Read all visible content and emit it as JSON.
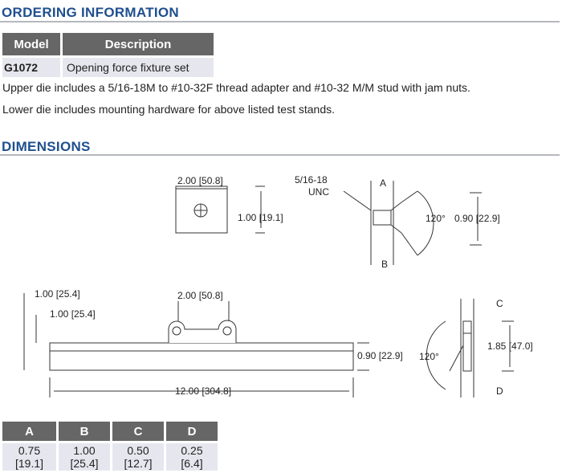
{
  "ordering": {
    "title": "ORDERING INFORMATION",
    "headers": [
      "Model",
      "Description"
    ],
    "row": {
      "model": "G1072",
      "description": "Opening force fixture set"
    },
    "notes": [
      "Upper die includes a 5/16-18M to #10-32F thread adapter and #10-32 M/M stud with jam nuts.",
      "Lower die includes mounting hardware for above listed test stands."
    ]
  },
  "dimensions": {
    "title": "DIMENSIONS",
    "labels": {
      "top_width": "2.00 [50.8]",
      "top_height": "1.00 [19.1]",
      "thread": "5/16-18",
      "thread2": "UNC",
      "a": "A",
      "b": "B",
      "angle1": "120°",
      "side_h": "0.90 [22.9]",
      "left1": "1.00 [25.4]",
      "left2": "1.00 [25.4]",
      "mid_width": "2.00 [50.8]",
      "bar_h": "0.90 [22.9]",
      "length": "12.00 [304.8]",
      "angle2": "120°",
      "c": "C",
      "d": "D",
      "end_h": "1.85 [47.0]"
    },
    "table": {
      "headers": [
        "A",
        "B",
        "C",
        "D"
      ],
      "values": [
        [
          "0.75",
          "[19.1]"
        ],
        [
          "1.00",
          "[25.4]"
        ],
        [
          "0.50",
          "[12.7]"
        ],
        [
          "0.25",
          "[6.4]"
        ]
      ]
    }
  }
}
